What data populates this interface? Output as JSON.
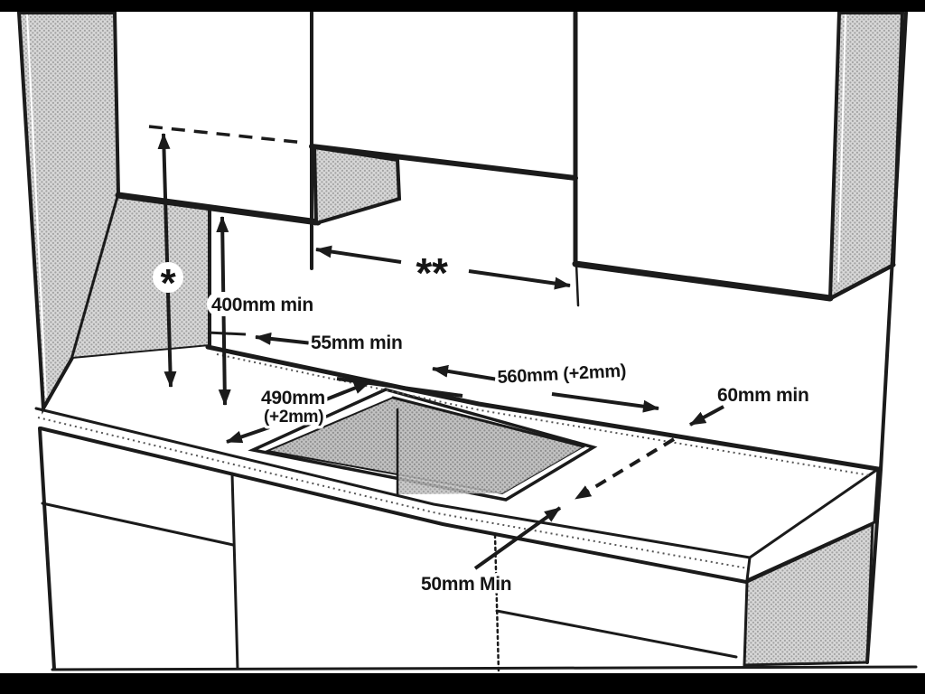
{
  "figure": {
    "description": "Built-in hob installation clearance diagram",
    "labels": {
      "star": "*",
      "double_star": "**",
      "hood_height": "400mm min",
      "rear_clearance": "55mm min",
      "cutout_width": "560mm (+2mm)",
      "cutout_depth_line1": "490mm",
      "cutout_depth_line2": "(+2mm)",
      "side_clearance": "60mm min",
      "front_clearance": "50mm Min"
    },
    "colors": {
      "line": "#1b1b1b",
      "panel_fill": "#d7d7d7",
      "panel_dot": "#a2a2a2",
      "cutout_fill": "#c2c2c2",
      "cutout_dot": "#8e8e8e",
      "background": "#ffffff",
      "letterbox": "#000000"
    }
  }
}
